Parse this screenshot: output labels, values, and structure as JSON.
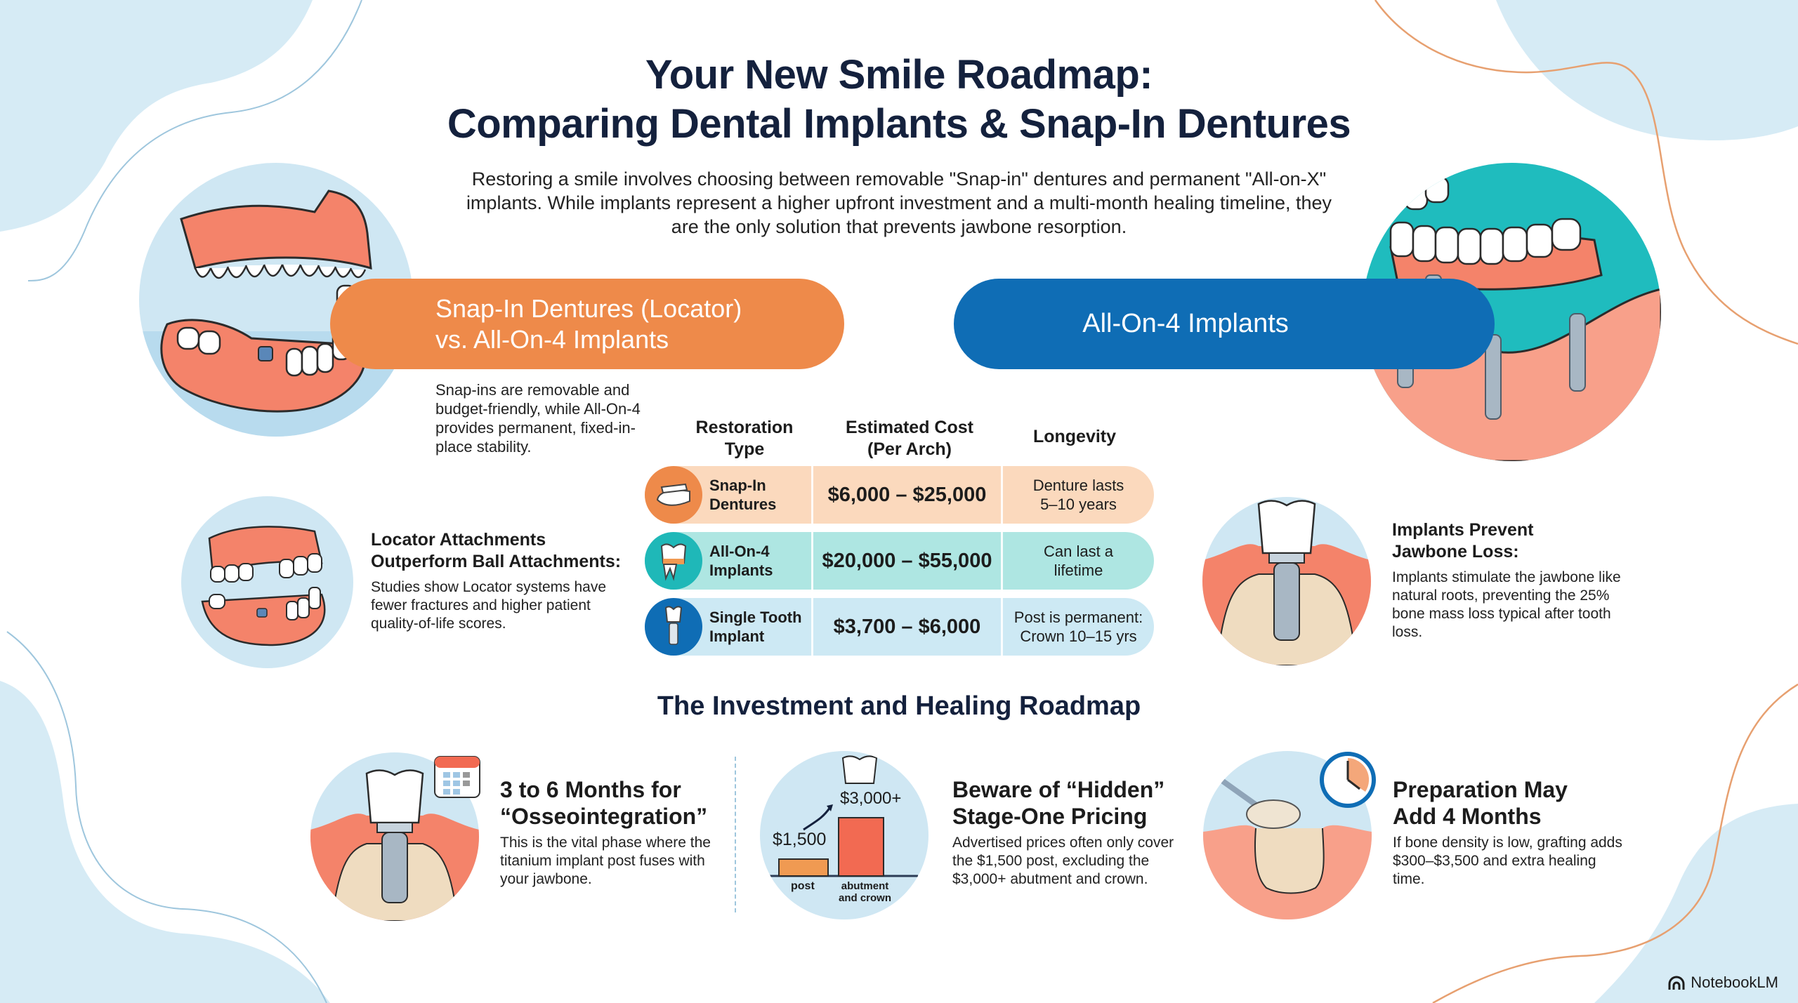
{
  "header": {
    "title_line1": "Your New Smile Roadmap:",
    "title_line2": "Comparing Dental Implants & Snap-In Dentures",
    "intro": "Restoring a smile involves choosing between removable \"Snap-in\" dentures and permanent \"All-on-X\" implants. While implants represent a higher upfront investment and a multi-month healing timeline, they are the only solution that prevents jawbone resorption."
  },
  "banners": {
    "left_line1": "Snap-In Dentures (Locator)",
    "left_line2": "vs. All-On-4 Implants",
    "right": "All-On-4 Implants"
  },
  "snap_summary": "Snap-ins are removable and budget-friendly, while All-On-4 provides permanent, fixed-in-place stability.",
  "table": {
    "headers": {
      "type_line1": "Restoration",
      "type_line2": "Type",
      "cost_line1": "Estimated Cost",
      "cost_line2": "(Per Arch)",
      "longevity": "Longevity"
    },
    "rows": [
      {
        "icon": "denture-icon",
        "name_line1": "Snap-In",
        "name_line2": "Dentures",
        "cost": "$6,000 – $25,000",
        "longevity_line1": "Denture lasts",
        "longevity_line2": "5–10 years",
        "color": "#fbd9bd",
        "icon_color": "#ee8a4a"
      },
      {
        "icon": "tooth-icon",
        "name_line1": "All-On-4",
        "name_line2": "Implants",
        "cost": "$20,000 – $55,000",
        "longevity_line1": "Can last a",
        "longevity_line2": "lifetime",
        "color": "#aee6e2",
        "icon_color": "#1fb8b8"
      },
      {
        "icon": "implant-icon",
        "name_line1": "Single Tooth",
        "name_line2": "Implant",
        "cost": "$3,700 – $6,000",
        "longevity_line1": "Post is permanent:",
        "longevity_line2": "Crown 10–15 yrs",
        "color": "#cde9f4",
        "icon_color": "#0f6db5"
      }
    ]
  },
  "locator": {
    "heading_line1": "Locator Attachments",
    "heading_line2": "Outperform Ball Attachments:",
    "body": "Studies show Locator systems have fewer fractures and higher patient quality-of-life scores."
  },
  "jawbone": {
    "heading_line1": "Implants Prevent",
    "heading_line2": "Jawbone Loss:",
    "body": "Implants stimulate the jawbone like natural roots, preventing the 25% bone mass loss typical after tooth loss."
  },
  "roadmap": {
    "title": "The Investment and Healing Roadmap",
    "steps": [
      {
        "heading_line1": "3 to 6 Months for",
        "heading_line2": "“Osseointegration”",
        "body": "This is the vital phase where the titanium implant post fuses with your jawbone."
      },
      {
        "heading_line1": "Beware of “Hidden”",
        "heading_line2": "Stage-One Pricing",
        "body": "Advertised prices often only cover the $1,500 post, excluding the $3,000+ abutment and crown."
      },
      {
        "heading_line1": "Preparation May",
        "heading_line2": "Add 4 Months",
        "body": "If bone density is low, grafting adds $300–$3,500 and extra healing time."
      }
    ]
  },
  "mini_chart": {
    "bars": [
      {
        "label": "post",
        "value_label": "$1,500",
        "color": "#f09a52"
      },
      {
        "label_line1": "abutment",
        "label_line2": "and crown",
        "value_label": "$3,000+",
        "color": "#f26a52"
      }
    ]
  },
  "chart_data": {
    "type": "bar",
    "title": "",
    "categories": [
      "post",
      "abutment and crown"
    ],
    "values": [
      1500,
      3000
    ],
    "value_labels": [
      "$1,500",
      "$3,000+"
    ],
    "xlabel": "",
    "ylabel": "",
    "grid": false
  },
  "brand": {
    "name": "NotebookLM"
  },
  "colors": {
    "navy": "#14213d",
    "orange": "#ee8a4a",
    "blue": "#0f6db5",
    "teal": "#1fb8b8",
    "light_blue_bg": "#d6ebf5",
    "gum": "#f4836a",
    "bone": "#efdcc0"
  }
}
